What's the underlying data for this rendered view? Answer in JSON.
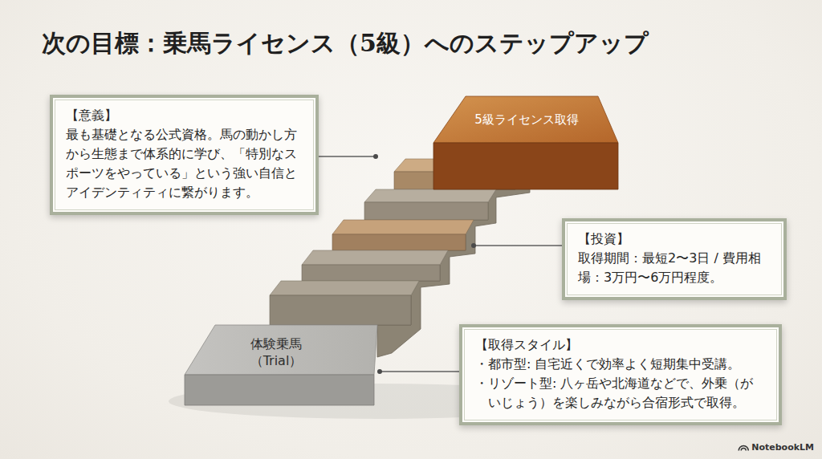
{
  "diagram": {
    "title": "次の目標：乗馬ライセンス（5級）へのステップアップ",
    "nodes": [
      {
        "text": [
          "【意義】",
          "最も基礎となる公式資格。馬の動かし方から生態まで体系的に学び、「特別なスポーツをやっている」という強い自信とアイデンティティに繋がります。"
        ]
      },
      {
        "text": [
          "5級ライセンス取得"
        ]
      },
      {
        "text": [
          "【投資】",
          "取得期間：最短2〜3日 / 費用相場：3万円〜6万円程度。"
        ]
      },
      {
        "text": [
          "体験乗馬 （Trial）"
        ]
      },
      {
        "text": [
          "【取得スタイル】",
          "・都市型: 自宅近くで効率よく短期集中受講。",
          "・リゾート型: 八ヶ岳や北海道などで、外乗（がいじょう）を楽しみながら合宿形式で取得。"
        ]
      }
    ],
    "edges": [
      {
        "from": 4,
        "to": 3,
        "arrow": "none"
      }
    ],
    "labels": [
      "NotebookLM"
    ]
  }
}
